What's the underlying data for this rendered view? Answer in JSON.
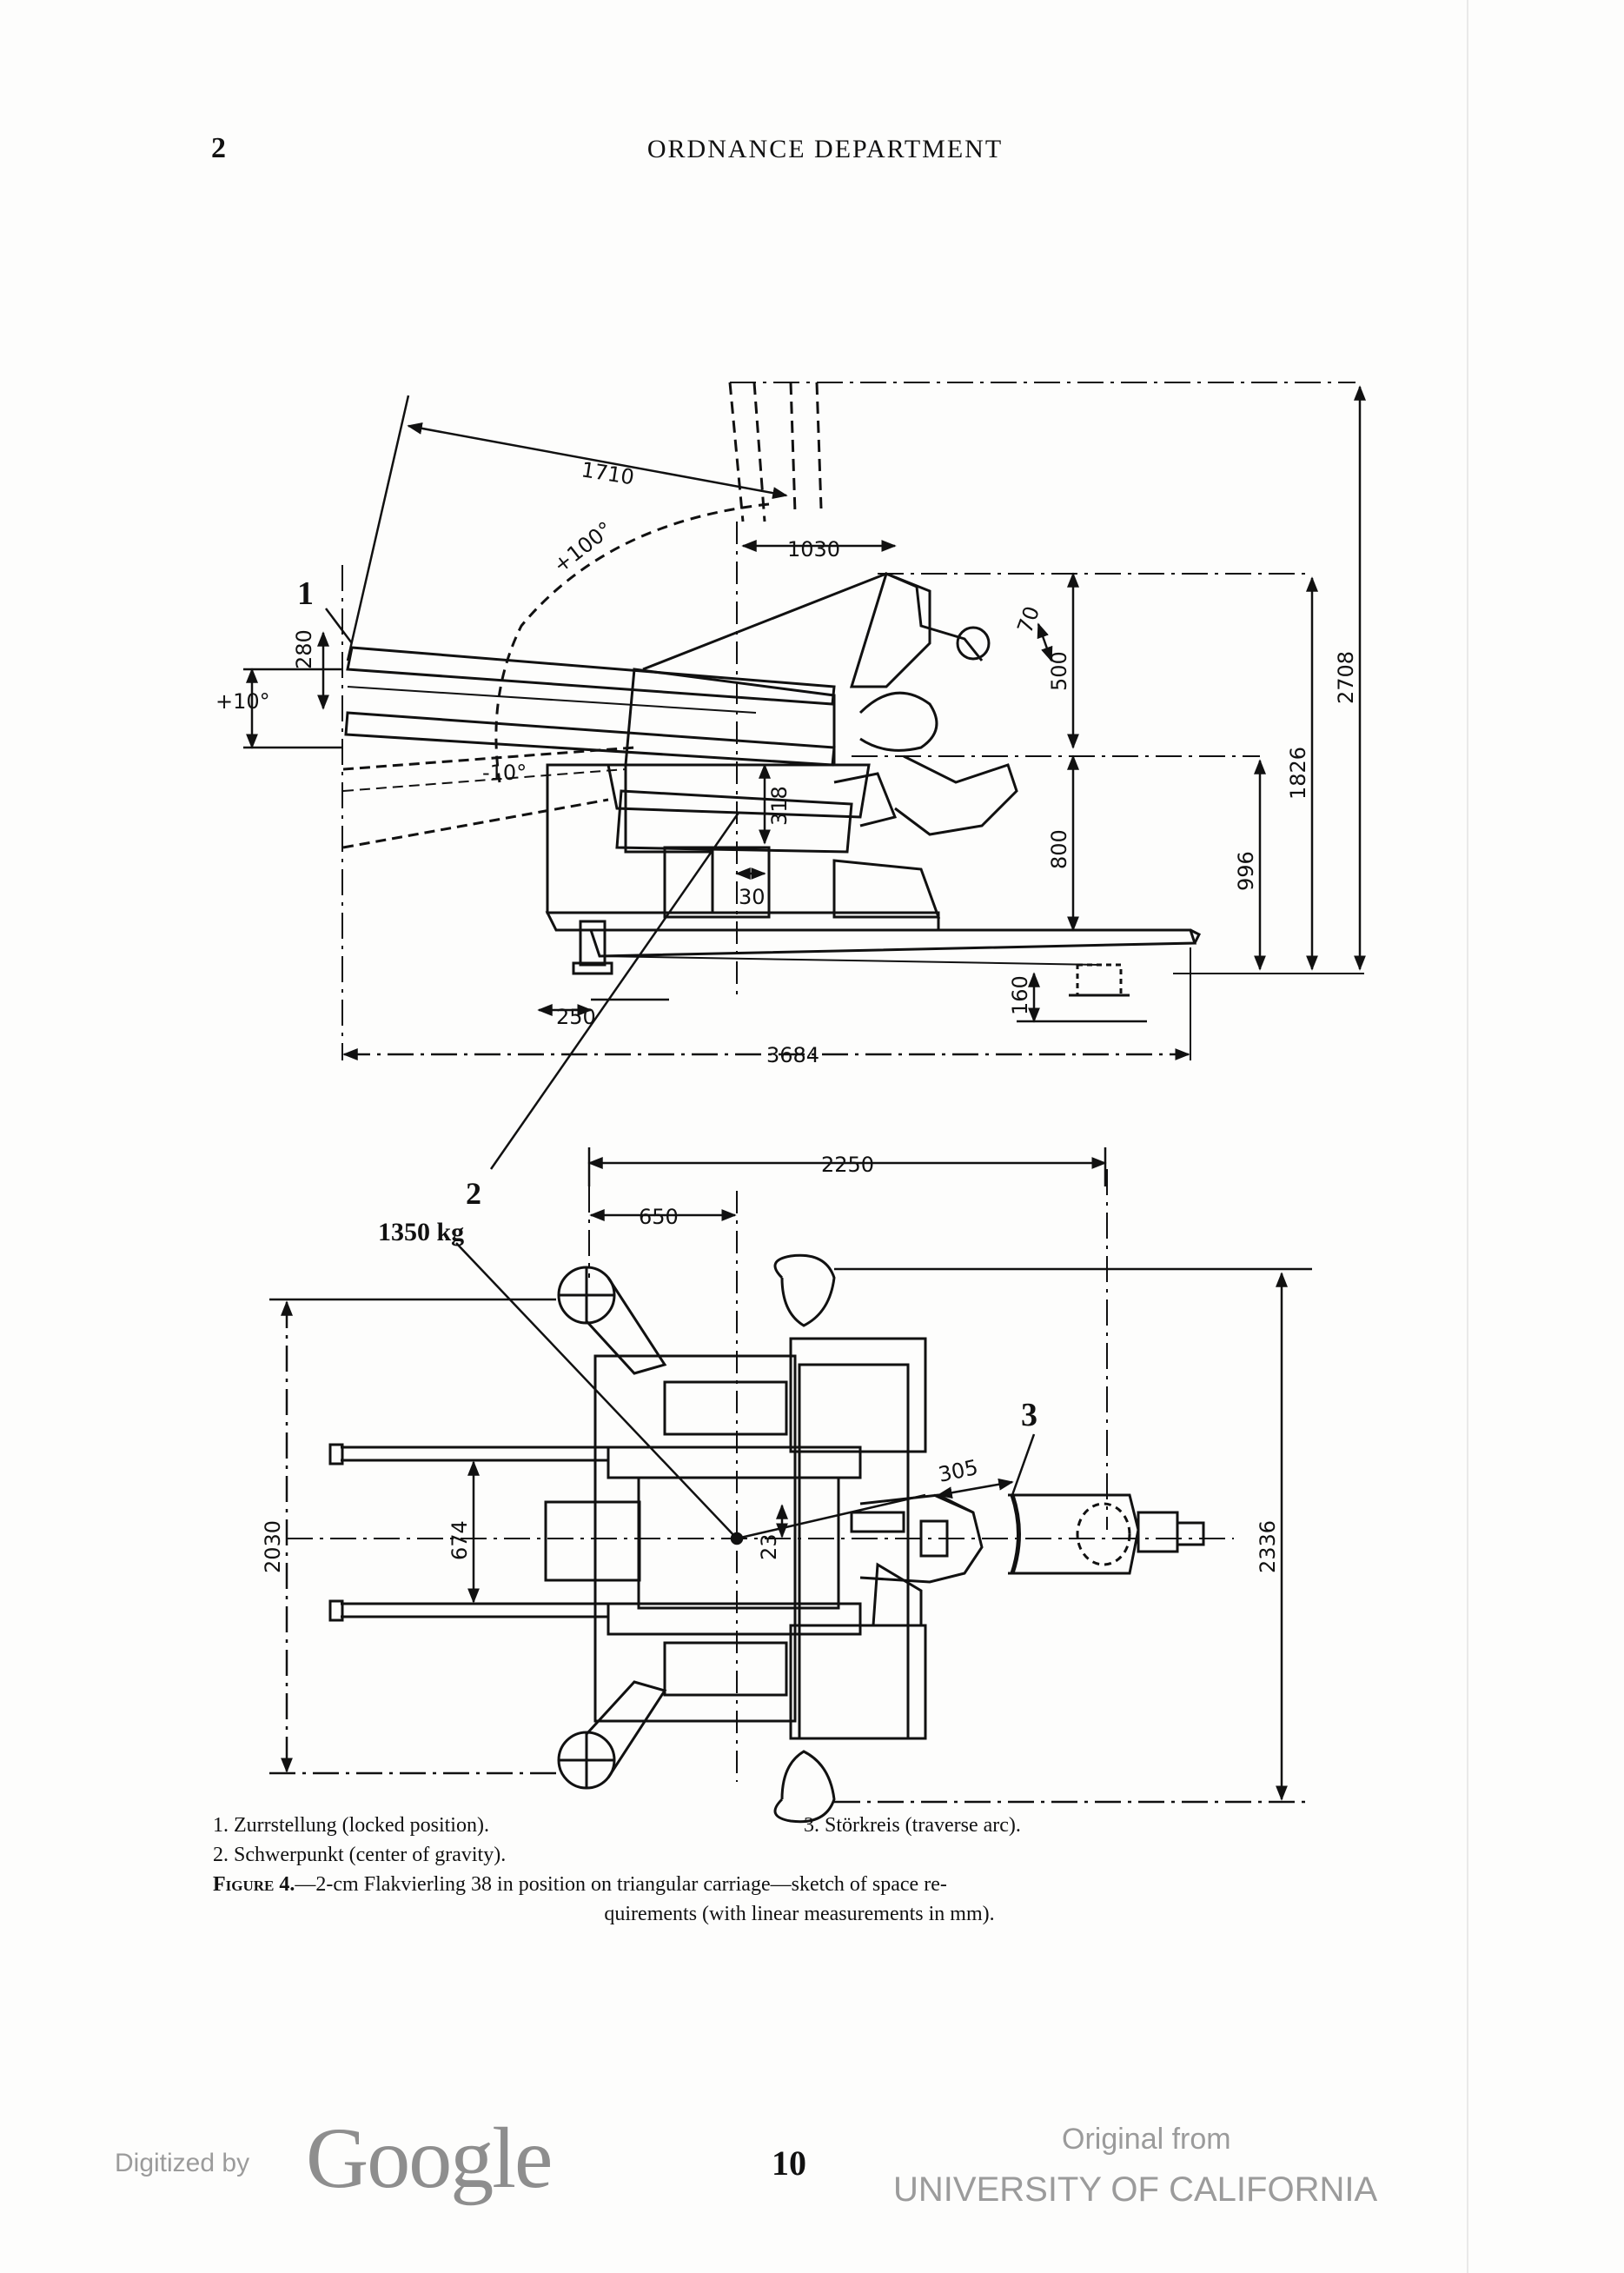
{
  "header": {
    "page_number": "2",
    "running_head": "ORDNANCE DEPARTMENT"
  },
  "figure": {
    "callouts": {
      "c1": "1",
      "c2": "2",
      "c2_mass": "1350 kg",
      "c3": "3"
    },
    "elevation": {
      "d1710": "1710",
      "d1030": "1030",
      "plus100": "+100°",
      "minus10": "-10°",
      "plus10": "+10°",
      "d280": "280",
      "d318": "318",
      "d30": "30",
      "d500": "500",
      "d800": "800",
      "d70": "70",
      "d1826": "1826",
      "d996": "996",
      "d2708": "2708",
      "d250": "250",
      "d160": "160",
      "d3684": "3684"
    },
    "plan": {
      "d2250": "2250",
      "d650": "650",
      "d2030": "2030",
      "d674": "674",
      "d23": "23",
      "d305": "305",
      "d2336": "2336"
    }
  },
  "caption": {
    "item1": "1. Zurrstellung (locked position).",
    "item3": "3. Störkreis (traverse arc).",
    "item2": "2. Schwerpunkt (center of gravity).",
    "figure_label": "Figure 4.",
    "figure_line1": "—2-cm Flakvierling 38 in position on triangular carriage—sketch of space re-",
    "figure_line2": "quirements (with linear measurements in mm)."
  },
  "footer": {
    "digitized_by": "Digitized by",
    "google": "Google",
    "page_number": "10",
    "original_from": "Original from",
    "institution": "UNIVERSITY OF CALIFORNIA"
  }
}
